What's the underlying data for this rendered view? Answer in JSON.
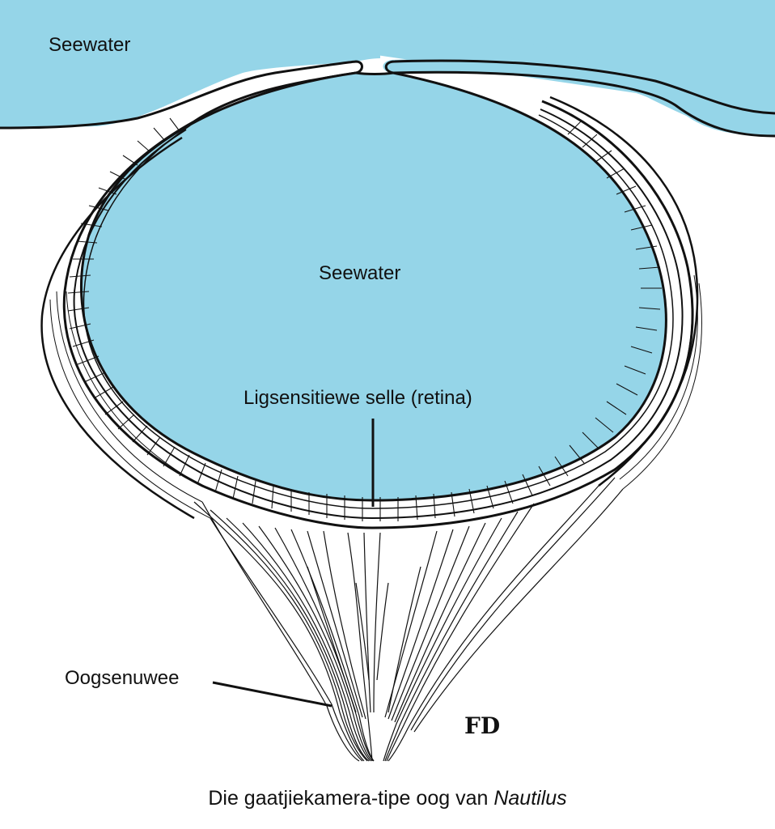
{
  "labels": {
    "outer_water": "Seewater",
    "inner_water": "Seewater",
    "retina": "Ligsensitiewe selle (retina)",
    "optic_nerve": "Oogsenuwee"
  },
  "caption": {
    "text": "Die gaatjiekamera-tipe oog van",
    "species": "Nautilus"
  },
  "signature": "FD",
  "colors": {
    "water": "#95d5e8",
    "ink": "#111111",
    "background": "#ffffff"
  }
}
